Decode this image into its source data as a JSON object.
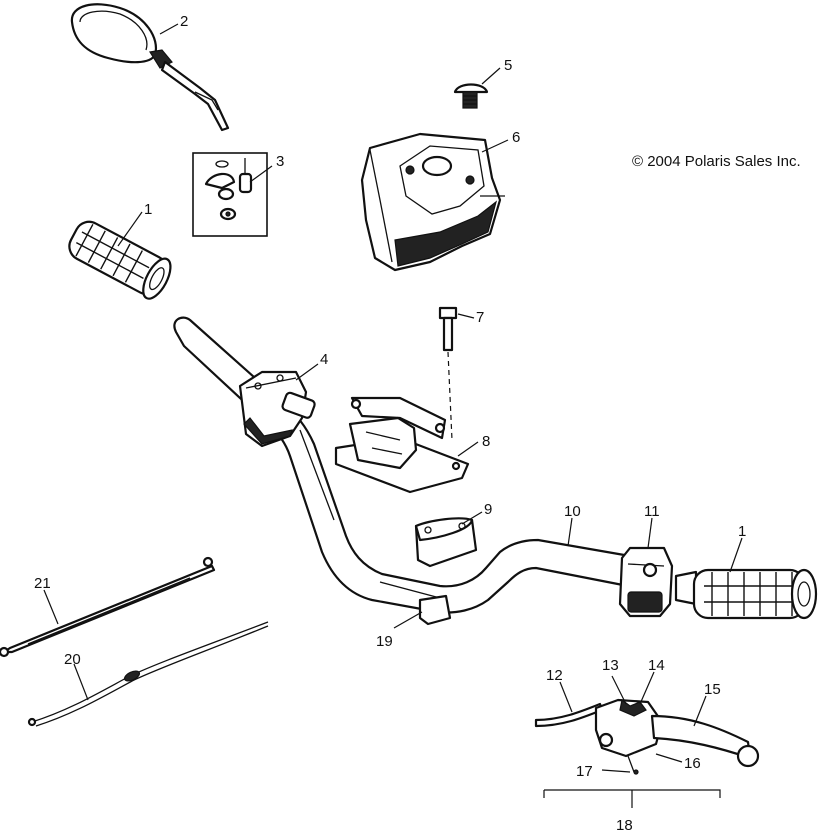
{
  "copyright": "© 2004 Polaris Sales Inc.",
  "callouts": {
    "c1a": "1",
    "c1b": "1",
    "c2": "2",
    "c3": "3",
    "c4": "4",
    "c5": "5",
    "c6": "6",
    "c7": "7",
    "c8": "8",
    "c9": "9",
    "c10": "10",
    "c11": "11",
    "c12": "12",
    "c13": "13",
    "c14": "14",
    "c15": "15",
    "c16": "16",
    "c17": "17",
    "c18": "18",
    "c19": "19",
    "c20": "20",
    "c21": "21"
  }
}
